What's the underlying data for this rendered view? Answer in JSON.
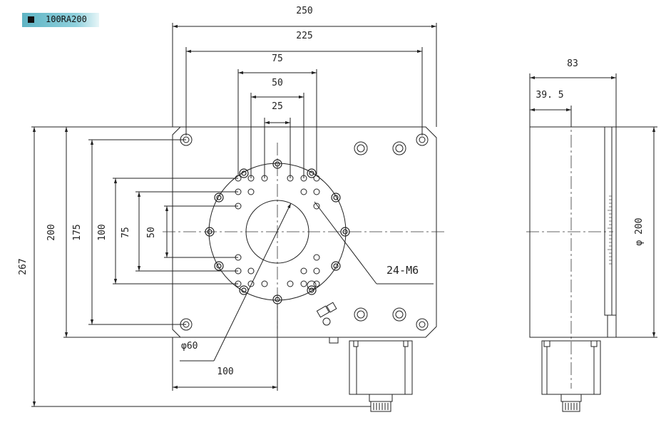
{
  "title_tag": {
    "label": "100RA200"
  },
  "dimensions": {
    "top": {
      "d250": "250",
      "d225": "225",
      "d75": "75",
      "d50": "50",
      "d25": "25"
    },
    "left": {
      "d267": "267",
      "d200": "200",
      "d175": "175",
      "d100": "100",
      "d75": "75",
      "d50": "50"
    },
    "bottom": {
      "d100": "100"
    },
    "side": {
      "d83": "83",
      "d39_5": "39. 5",
      "phi200": "φ 200"
    }
  },
  "callouts": {
    "holes": "24-M6",
    "bore": "φ60"
  }
}
